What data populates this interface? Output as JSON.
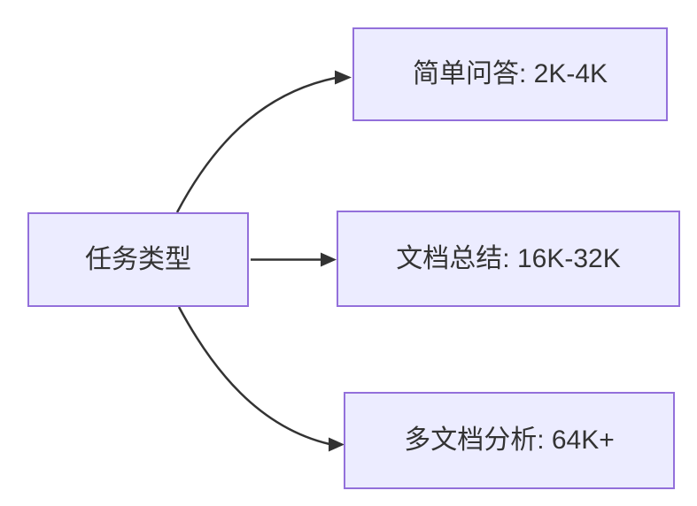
{
  "diagram": {
    "type": "flowchart",
    "direction": "left-to-right",
    "root": {
      "id": "task-type",
      "label": "任务类型"
    },
    "branches": [
      {
        "id": "simple-qa",
        "label": "简单问答: 2K-4K"
      },
      {
        "id": "doc-summary",
        "label": "文档总结: 16K-32K"
      },
      {
        "id": "multi-doc",
        "label": "多文档分析: 64K+"
      }
    ],
    "edges": [
      {
        "from": "task-type",
        "to": "simple-qa"
      },
      {
        "from": "task-type",
        "to": "doc-summary"
      },
      {
        "from": "task-type",
        "to": "multi-doc"
      }
    ],
    "colors": {
      "node_fill": "#ECECFF",
      "node_border": "#9370DB",
      "edge_line": "#333333",
      "label_text": "#333333",
      "background": "#FFFFFF"
    }
  }
}
